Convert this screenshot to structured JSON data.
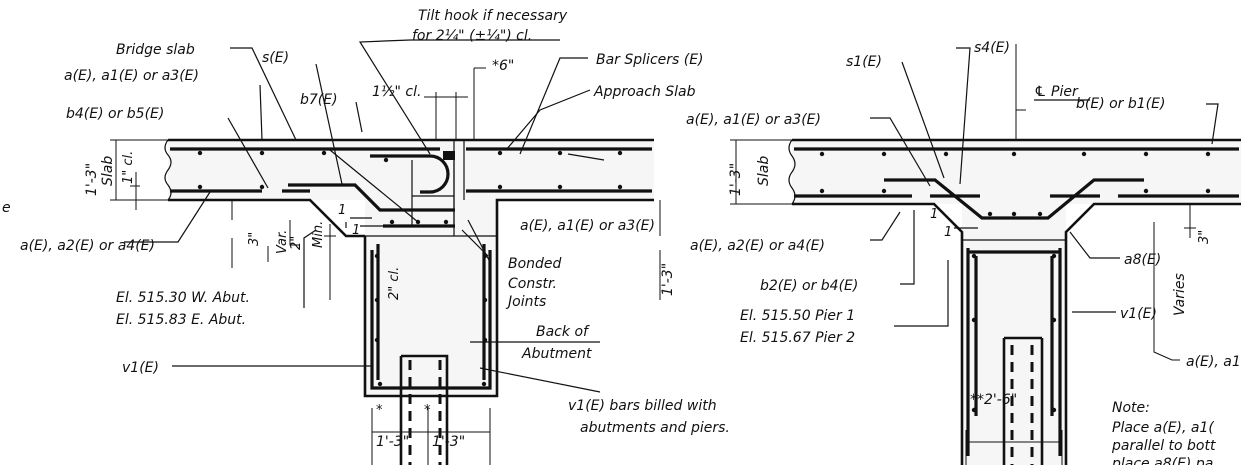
{
  "labels": {
    "tilt_hook_1": "Tilt hook if necessary",
    "tilt_hook_2": "for 2¼\" (±¼\") cl.",
    "bridge_slab": "Bridge slab",
    "s_e": "s(E)",
    "bar_splicers": "Bar Splicers (E)",
    "six_inch": "*6\"",
    "a_a1_a3": "a(E), a1(E) or a3(E)",
    "clear_half": "1½\" cl.",
    "approach_slab": "Approach Slab",
    "b4_b5": "b4(E) or b5(E)",
    "b7": "b7(E)",
    "slab_height": "1'-3\"",
    "slab": "Slab",
    "one_inch_cl": "1\" cl.",
    "cut_e": "e",
    "slope_num": "1",
    "slope_den": "1",
    "a_a2_a4": "a(E), a2(E) or a4(E)",
    "three_inch": "3\"",
    "var": "Var.",
    "two_inch": "2\"",
    "min": "Min.",
    "two_inch_cl": "2\" cl.",
    "bonded": "Bonded",
    "constr": "Constr.",
    "joints": "Joints",
    "one_three": "1'-3\"",
    "el_w_abut": "El. 515.30 W. Abut.",
    "el_e_abut": "El. 515.83 E. Abut.",
    "back_of": "Back of",
    "abutment": "Abutment",
    "v1": "v1(E)",
    "v1_billed": "v1(E) bars billed with",
    "abut_piers": "abutments and piers.",
    "star": "*",
    "s4": "s4(E)",
    "s1": "s1(E)",
    "pier_cl": "℄ Pier",
    "b_b1": "b(E) or b1(E)",
    "a8": "a8(E)",
    "b2_b4": "b2(E) or b4(E)",
    "varies": "Varies",
    "el_pier1": "El. 515.50 Pier 1",
    "el_pier2": "El. 515.67 Pier 2",
    "a_a1_cut": "a(E), a1",
    "pier_width": "**2'-6\"",
    "note": "Note:",
    "note_line1": "Place a(E), a1(",
    "note_line2": "parallel to bott",
    "note_line3": "place a8(E) pa"
  }
}
